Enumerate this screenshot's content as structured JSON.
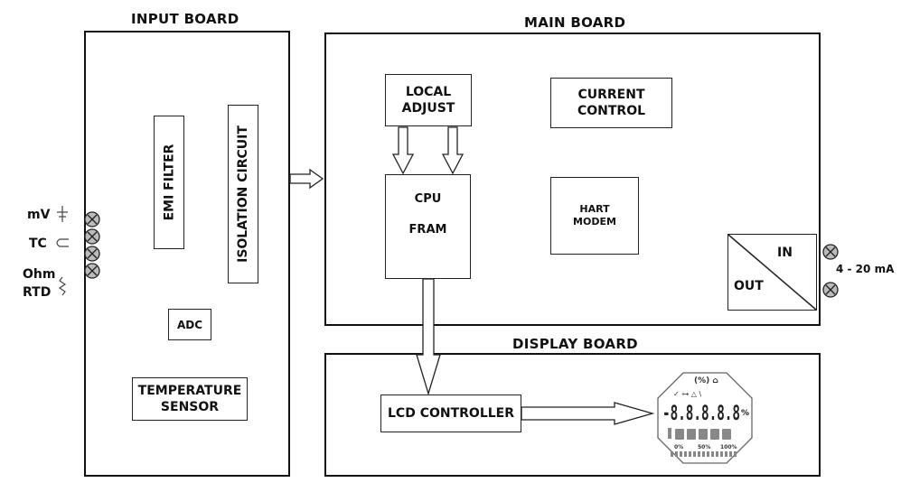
{
  "input_board": {
    "title": "INPUT BOARD",
    "emi_filter": "EMI FILTER",
    "isolation_circuit": "ISOLATION CIRCUIT",
    "adc": "ADC",
    "temperature_sensor_line1": "TEMPERATURE",
    "temperature_sensor_line2": "SENSOR"
  },
  "inputs": {
    "mv": "mV",
    "tc": "TC",
    "ohm": "Ohm",
    "rtd": "RTD"
  },
  "main_board": {
    "title": "MAIN BOARD",
    "local_adjust_line1": "LOCAL",
    "local_adjust_line2": "ADJUST",
    "current_control_line1": "CURRENT",
    "current_control_line2": "CONTROL",
    "cpu": "CPU",
    "fram": "FRAM",
    "hart_line1": "HART",
    "hart_line2": "MODEM",
    "in_label": "IN",
    "out_label": "OUT"
  },
  "output": {
    "range": "4 - 20 mA"
  },
  "display_board": {
    "title": "DISPLAY BOARD",
    "lcd_controller": "LCD CONTROLLER",
    "lcd_digits": "-8.8.8.8.8",
    "lcd_percent": "%",
    "lcd_bar_0": "0%",
    "lcd_bar_50": "50%",
    "lcd_bar_100": "100%"
  }
}
